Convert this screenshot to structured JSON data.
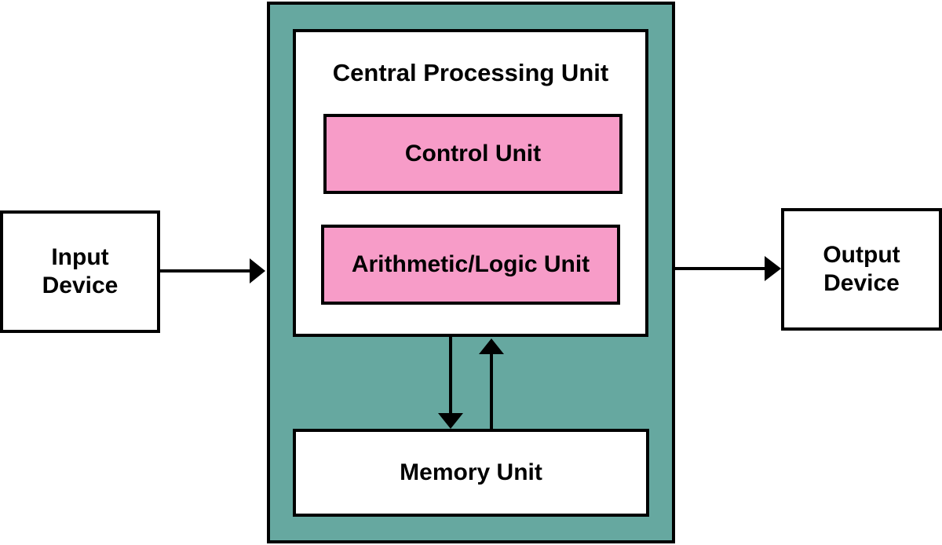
{
  "colors": {
    "computer_fill": "#66a8a0",
    "unit_fill": "#f79cc8",
    "box_fill": "#ffffff",
    "stroke": "#000000"
  },
  "input_device": {
    "label": "Input\nDevice"
  },
  "output_device": {
    "label": "Output\nDevice"
  },
  "cpu": {
    "title": "Central Processing Unit",
    "control_unit": "Control Unit",
    "alu": "Arithmetic/Logic Unit"
  },
  "memory_unit": {
    "label": "Memory Unit"
  }
}
